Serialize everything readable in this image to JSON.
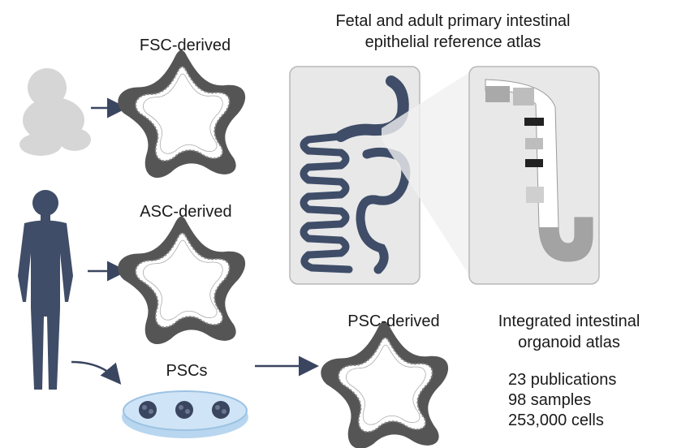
{
  "labels": {
    "fsc": "FSC-derived",
    "asc": "ASC-derived",
    "pscs": "PSCs",
    "psc": "PSC-derived"
  },
  "reference_atlas": {
    "title_line1": "Fetal and adult primary intestinal",
    "title_line2": "epithelial reference atlas"
  },
  "integrated_atlas": {
    "title_line1": "Integrated intestinal",
    "title_line2": "organoid atlas",
    "stats": [
      "23 publications",
      "98 samples",
      "253,000 cells"
    ]
  },
  "colors": {
    "figure": "#3f4d68",
    "fetus": "#d6d6d6",
    "organoid_outer": "#555555",
    "panel": "#e8e8e8",
    "dish": "#cfe4f6"
  }
}
